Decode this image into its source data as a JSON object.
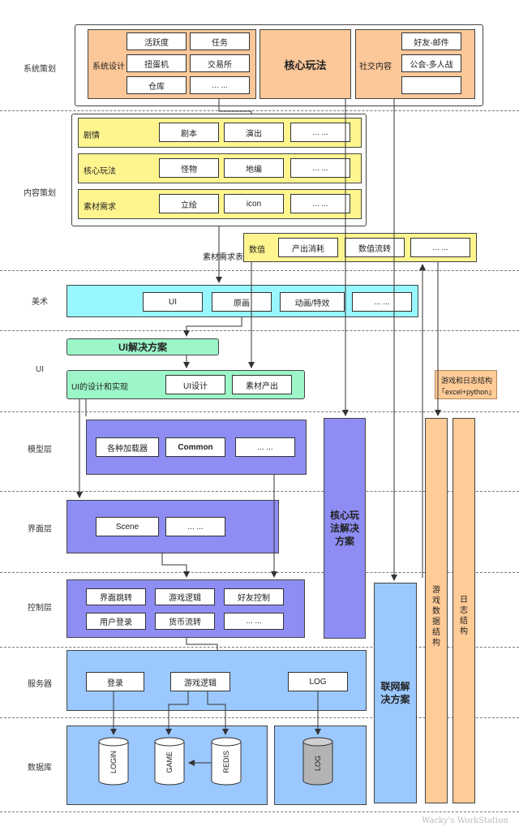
{
  "rows": {
    "system": "系统策划",
    "content": "内容策划",
    "art": "美术",
    "ui": "UI",
    "model": "模型层",
    "view": "界面层",
    "control": "控制层",
    "server": "服务器",
    "db": "数据库"
  },
  "system": {
    "design_label": "系统设计",
    "design_items": [
      "活跃度",
      "任务",
      "扭蛋机",
      "交易所",
      "仓库",
      "... ..."
    ],
    "core": "核心玩法",
    "social_label": "社交内容",
    "social_items": [
      "好友-邮件",
      "公会-多人战",
      ""
    ]
  },
  "content": {
    "rows": [
      {
        "label": "剧情",
        "items": [
          "剧本",
          "演出",
          "... ..."
        ]
      },
      {
        "label": "核心玩法",
        "items": [
          "怪物",
          "地编",
          "... ..."
        ]
      },
      {
        "label": "素材需求",
        "items": [
          "立绘",
          "icon",
          "... ..."
        ]
      }
    ],
    "numeric_label": "数值",
    "numeric_items": [
      "产出消耗",
      "数值流转",
      "... ..."
    ],
    "req_table": "素材需求表"
  },
  "art": {
    "items": [
      "UI",
      "原画",
      "动画/特效",
      "... ..."
    ]
  },
  "ui": {
    "solution": "UI解决方案",
    "design_label": "UI的设计和实现",
    "items": [
      "UI设计",
      "素材产出"
    ]
  },
  "model": {
    "items": [
      "各种加载器",
      "Common",
      "... ..."
    ]
  },
  "view": {
    "items": [
      "Scene",
      "... ..."
    ]
  },
  "control": {
    "items": [
      "界面跳转",
      "游戏逻辑",
      "好友控制",
      "用户登录",
      "货币流转",
      "... ..."
    ]
  },
  "server": {
    "items": [
      "登录",
      "游戏逻辑",
      "LOG"
    ]
  },
  "db": {
    "items": [
      "LOGIN",
      "GAME",
      "REDIS",
      "LOG"
    ]
  },
  "side": {
    "core_solution": "核心玩法解决方案",
    "network_solution": "联网解决方案",
    "data_struct": "游戏数据结构",
    "log_struct": "日志结构",
    "note_line1": "游戏和日志结构",
    "note_line2": "「excel+python」"
  },
  "watermark": "Wacky's WorkStation"
}
